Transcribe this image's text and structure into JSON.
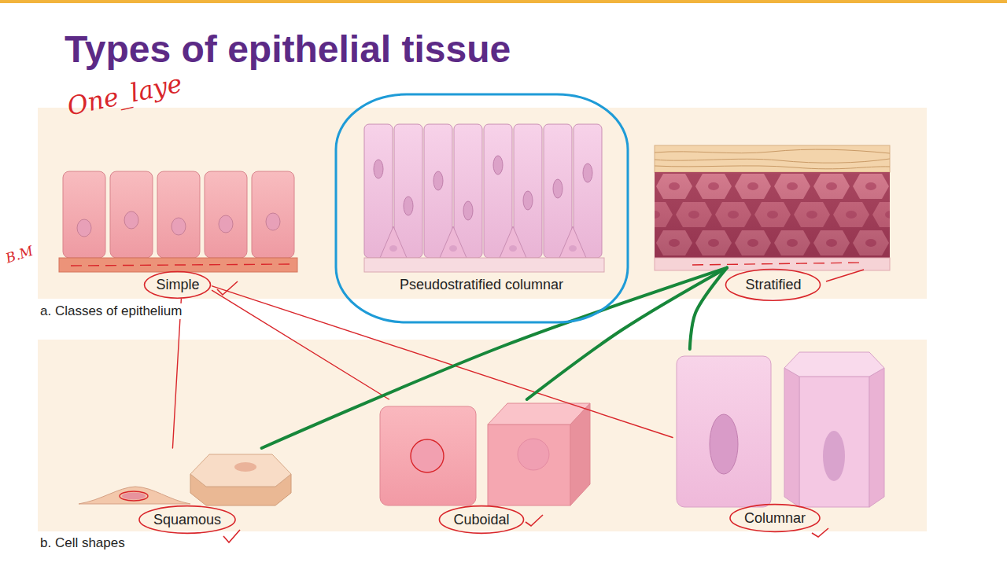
{
  "diagram": {
    "title": "Types of epithelial tissue",
    "nodes": [
      {
        "text": [
          "a. Classes of epithelium"
        ]
      },
      {
        "text": [
          "Simple"
        ],
        "in": 0
      },
      {
        "text": [
          "Pseudostratified columnar"
        ],
        "in": 0
      },
      {
        "text": [
          "Stratified"
        ],
        "in": 0
      },
      {
        "text": [
          "b. Cell shapes"
        ]
      },
      {
        "text": [
          "Squamous"
        ],
        "in": 4
      },
      {
        "text": [
          "Cuboidal"
        ],
        "in": 4
      },
      {
        "text": [
          "Columnar"
        ],
        "in": 4
      }
    ],
    "edges": [
      {
        "from": 1,
        "to": 5,
        "arrow": "none"
      },
      {
        "from": 1,
        "to": 6,
        "arrow": "none"
      },
      {
        "from": 1,
        "to": 7,
        "arrow": "none"
      },
      {
        "from": 3,
        "to": 5,
        "arrow": "none"
      },
      {
        "from": 3,
        "to": 6,
        "arrow": "none"
      },
      {
        "from": 3,
        "to": 7,
        "arrow": "none"
      }
    ],
    "labels": [
      "One_laye",
      "B.M"
    ]
  }
}
